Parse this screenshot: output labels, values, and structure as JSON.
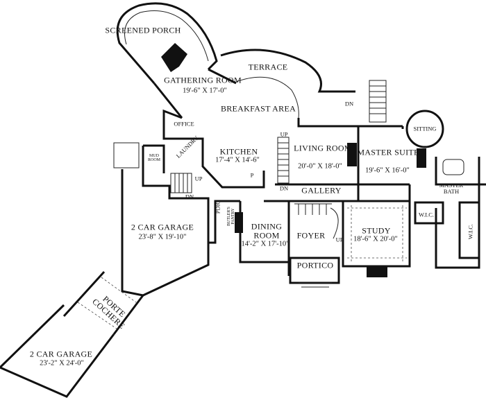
{
  "rooms": {
    "screened_porch": {
      "name": "SCREENED PORCH"
    },
    "gathering_room": {
      "name": "GATHERING ROOM",
      "dims": "19'-6\" X 17'-0\""
    },
    "terrace": {
      "name": "TERRACE"
    },
    "breakfast_area": {
      "name": "BREAKFAST AREA"
    },
    "office": {
      "name": "OFFICE"
    },
    "laundry": {
      "name": "LAUNDRY"
    },
    "kitchen": {
      "name": "KITCHEN",
      "dims": "17'-4\" X 14'-6\""
    },
    "mud_room": {
      "name": "MUD ROOM"
    },
    "living_room": {
      "name": "LIVING ROOM",
      "dims": "20'-0\" X 18'-0\""
    },
    "master_suite": {
      "name": "MASTER SUITE",
      "dims": "19'-6\" X 16'-0\""
    },
    "sitting": {
      "name": "SITTING"
    },
    "master_bath": {
      "name": "MASTER BATH"
    },
    "wic_left": {
      "name": "W.I.C."
    },
    "wic_right": {
      "name": "W.I.C."
    },
    "gallery": {
      "name": "GALLERY"
    },
    "garage_upper": {
      "name": "2 CAR GARAGE",
      "dims": "23'-8\" X 19'-10\""
    },
    "pdr": {
      "name": "PDR"
    },
    "butlers_pantry": {
      "name": "BUTLER'S PANTRY"
    },
    "dining_room": {
      "name": "DINING ROOM",
      "dims": "14'-2\" X 17'-10\""
    },
    "foyer": {
      "name": "FOYER"
    },
    "study": {
      "name": "STUDY",
      "dims": "18'-6\" X 20'-0\""
    },
    "portico": {
      "name": "PORTICO"
    },
    "porte_cochere": {
      "name": "PORTE COCHERE"
    },
    "garage_lower": {
      "name": "2 CAR GARAGE",
      "dims": "23'-2\" X 24'-0\""
    },
    "pantry": {
      "name": "P"
    }
  },
  "stair_labels": {
    "up_kitchen": "UP",
    "dn_kitchen": "DN",
    "up_mud": "UP",
    "dn_mud": "DN",
    "up_foyer": "UP",
    "dn_terrace": "DN"
  }
}
